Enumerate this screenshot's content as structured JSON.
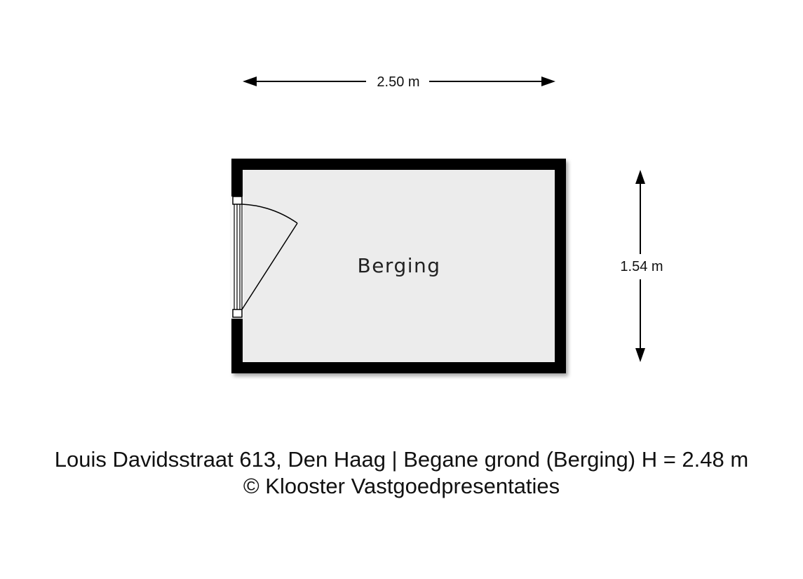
{
  "floorplan": {
    "room": {
      "name": "Berging",
      "width": "2.50 m",
      "depth": "1.54 m"
    }
  },
  "caption": {
    "line1": "Louis Davidsstraat 613, Den Haag | Begane grond (Berging) H = 2.48 m",
    "line2": "© Klooster Vastgoedpresentaties"
  },
  "colors": {
    "wall": "#000000",
    "floor": "#ececec",
    "text": "#111111"
  }
}
